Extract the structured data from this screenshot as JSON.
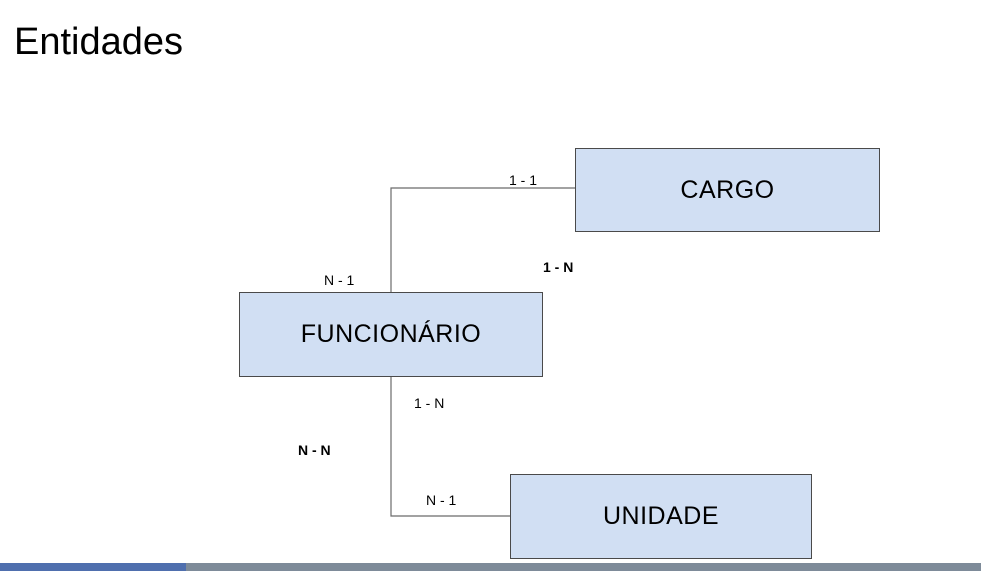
{
  "title": "Entidades",
  "entities": {
    "cargo": "CARGO",
    "funcionario": "FUNCIONÁRIO",
    "unidade": "UNIDADE"
  },
  "relations": {
    "cargo_end": "1 - 1",
    "funcionario_cargo_end": "N - 1",
    "cargo_funcionario": "1 - N",
    "funcionario_unidade_end": "1 - N",
    "unidade_end": "N - 1",
    "funcionario_unidade": "N - N"
  },
  "progress": {
    "fraction": 0.19
  }
}
